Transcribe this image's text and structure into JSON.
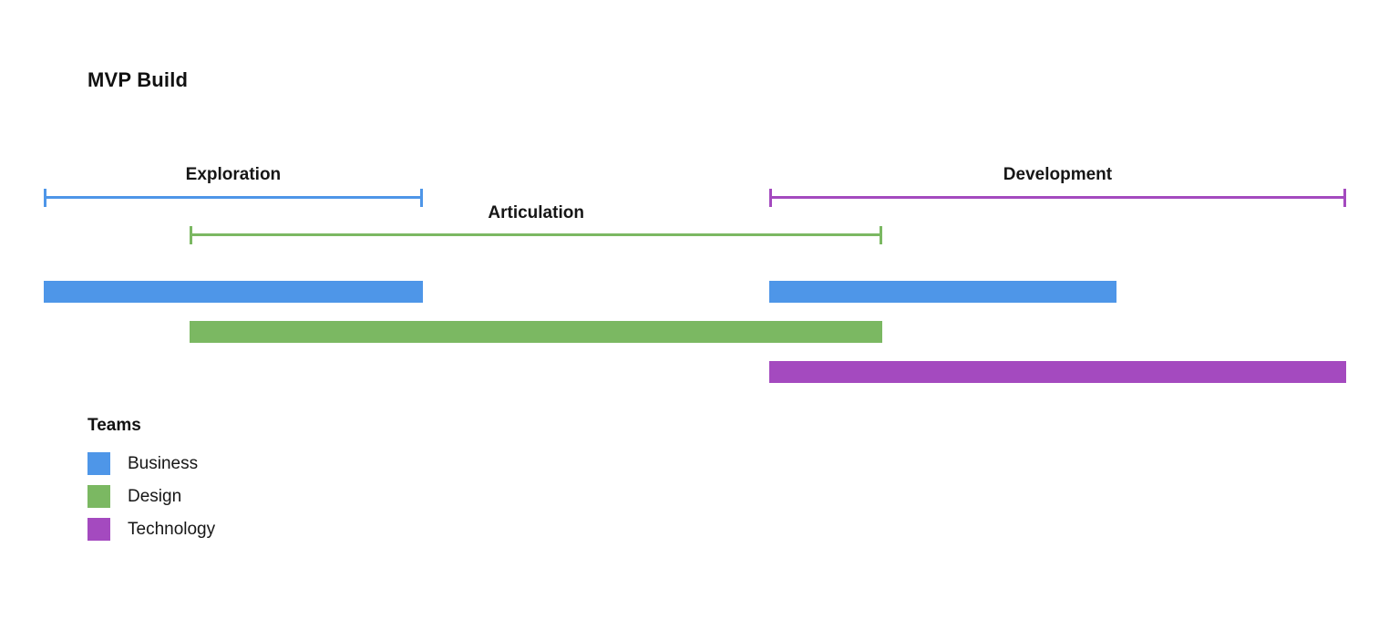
{
  "title": "MVP Build",
  "chart_data": {
    "type": "gantt",
    "title": "MVP Build",
    "xlabel": "",
    "ylabel": "",
    "axis_note": "no visible numeric/time axis; spans given as percent of full timeline width",
    "phases": [
      {
        "label": "Exploration",
        "team": "Business",
        "color": "#4E96E8",
        "start_pct": 0,
        "end_pct": 29.1,
        "bracket_row": 0
      },
      {
        "label": "Articulation",
        "team": "Design",
        "color": "#7BB862",
        "start_pct": 11.2,
        "end_pct": 64.4,
        "bracket_row": 1
      },
      {
        "label": "Development",
        "team": "Technology",
        "color": "#A44ABF",
        "start_pct": 55.7,
        "end_pct": 100,
        "bracket_row": 0
      }
    ],
    "bars": [
      {
        "team": "Business",
        "phase": "Exploration",
        "color": "#4E96E8",
        "start_pct": 0,
        "end_pct": 29.1,
        "row": 0
      },
      {
        "team": "Business",
        "phase": "Development",
        "color": "#4E96E8",
        "start_pct": 55.7,
        "end_pct": 82.4,
        "row": 0
      },
      {
        "team": "Design",
        "phase": "Articulation",
        "color": "#7BB862",
        "start_pct": 11.2,
        "end_pct": 64.4,
        "row": 1
      },
      {
        "team": "Technology",
        "phase": "Development",
        "color": "#A44ABF",
        "start_pct": 55.7,
        "end_pct": 100,
        "row": 2
      }
    ],
    "legend": {
      "title": "Teams",
      "position": "bottom-left",
      "items": [
        {
          "label": "Business",
          "color": "#4E96E8"
        },
        {
          "label": "Design",
          "color": "#7BB862"
        },
        {
          "label": "Technology",
          "color": "#A44ABF"
        }
      ]
    }
  }
}
